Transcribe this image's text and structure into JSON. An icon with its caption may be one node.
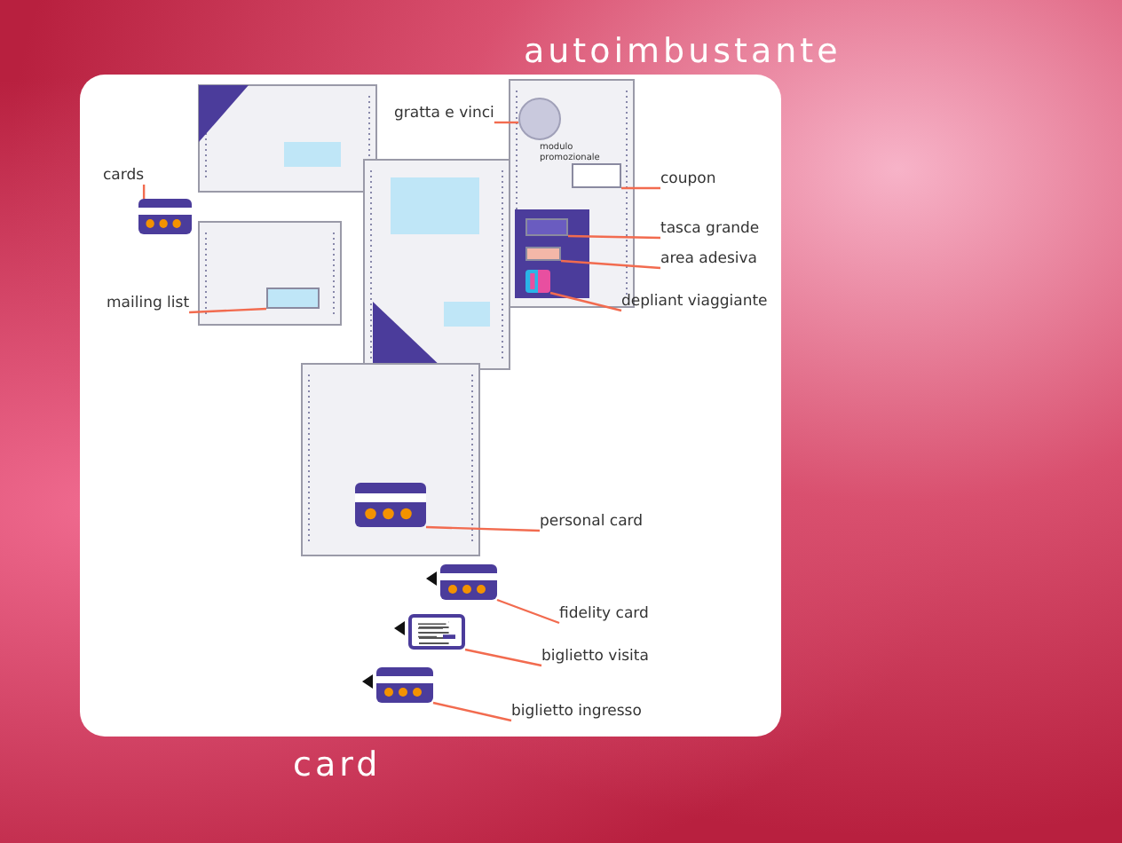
{
  "diagram": {
    "title": "autoimbustante",
    "caption": "card",
    "nodes": [
      {
        "text": [
          "cards"
        ]
      },
      {
        "text": [
          "mailing list"
        ]
      },
      {
        "text": [
          "gratta e vinci"
        ]
      },
      {
        "text": [
          "coupon"
        ]
      },
      {
        "text": [
          "tasca grande"
        ]
      },
      {
        "text": [
          "area adesiva"
        ]
      },
      {
        "text": [
          "depliant viaggiante"
        ]
      },
      {
        "text": [
          "personal card"
        ]
      },
      {
        "text": [
          "fidelity card"
        ]
      },
      {
        "text": [
          "biglietto visita"
        ]
      },
      {
        "text": [
          "biglietto ingresso"
        ]
      },
      {
        "text": [],
        "shape": "picture"
      },
      {
        "text": [],
        "shape": "box"
      },
      {
        "text": [],
        "shape": "circle"
      },
      {
        "text": [],
        "shape": "box"
      },
      {
        "text": [],
        "shape": "box"
      },
      {
        "text": [],
        "shape": "box"
      },
      {
        "text": [],
        "shape": "picture"
      },
      {
        "text": [],
        "shape": "picture"
      },
      {
        "text": [],
        "shape": "picture"
      },
      {
        "text": [],
        "shape": "picture"
      },
      {
        "text": [],
        "shape": "picture"
      }
    ],
    "edges": [
      {
        "from": 0,
        "to": 11,
        "arrow": "none"
      },
      {
        "from": 1,
        "to": 12,
        "arrow": "none"
      },
      {
        "from": 2,
        "to": 13,
        "arrow": "none"
      },
      {
        "from": 3,
        "to": 14,
        "arrow": "none"
      },
      {
        "from": 4,
        "to": 15,
        "arrow": "none"
      },
      {
        "from": 5,
        "to": 16,
        "arrow": "none"
      },
      {
        "from": 6,
        "to": 17,
        "arrow": "none"
      },
      {
        "from": 7,
        "to": 18,
        "arrow": "none"
      },
      {
        "from": 8,
        "to": 19,
        "arrow": "none"
      },
      {
        "from": 9,
        "to": 20,
        "arrow": "none"
      },
      {
        "from": 10,
        "to": 21,
        "arrow": "none"
      }
    ],
    "labels": [
      "modulo promozionale"
    ]
  }
}
